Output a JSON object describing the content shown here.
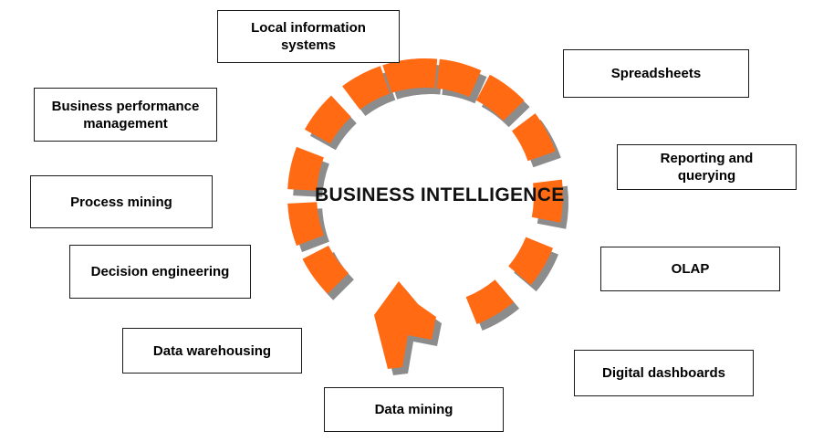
{
  "diagram": {
    "center_title": "BUSINESS INTELLIGENCE",
    "accent_color": "#ff6a13",
    "shadow_color": "#8c8c8c",
    "nodes": [
      {
        "label": "Local information\nsystems"
      },
      {
        "label": "Business performance\nmanagement"
      },
      {
        "label": "Process mining"
      },
      {
        "label": "Decision engineering"
      },
      {
        "label": "Data warehousing"
      },
      {
        "label": "Data mining"
      },
      {
        "label": "Spreadsheets"
      },
      {
        "label": "Reporting and\nquerying"
      },
      {
        "label": "OLAP"
      },
      {
        "label": "Digital dashboards"
      }
    ]
  }
}
